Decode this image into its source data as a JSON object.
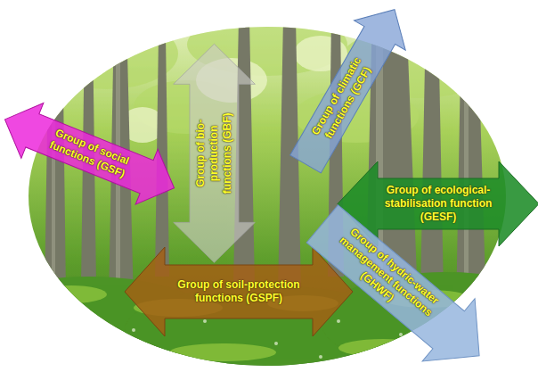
{
  "diagram": {
    "nodes": [
      {
        "text": [
          "Group of social functions (GSF)"
        ]
      },
      {
        "text": [
          "Group of bio-production functions (GBF)"
        ]
      },
      {
        "text": [
          "Group of climatic functions (GCF)"
        ]
      },
      {
        "text": [
          "Group of ecological-stabilisation function (GESF)"
        ]
      },
      {
        "text": [
          "Group of soil-protection functions (GSPF)"
        ]
      },
      {
        "text": [
          "Group of hydric-water management functions (GHWF)"
        ]
      }
    ]
  }
}
